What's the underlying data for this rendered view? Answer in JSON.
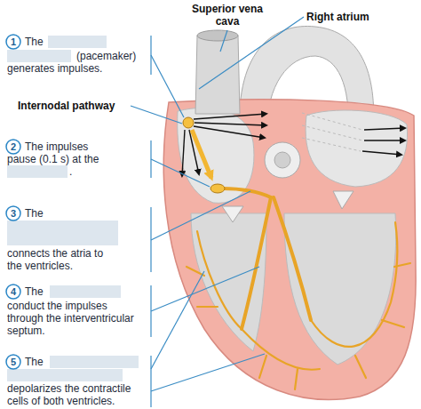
{
  "diagram": {
    "labels": [
      "Superior vena cava",
      "Right atrium",
      "1",
      "The",
      "(pacemaker) generates impulses.",
      "Internodal pathway",
      "2",
      "The impulses pause (0.1 s) at the",
      ".",
      "3",
      "The",
      "connects the atria to the ventricles.",
      "4",
      "The",
      "conduct the impulses through the interventricular septum.",
      "5",
      "The",
      "depolarizes the contractile cells of both ventricles."
    ]
  }
}
